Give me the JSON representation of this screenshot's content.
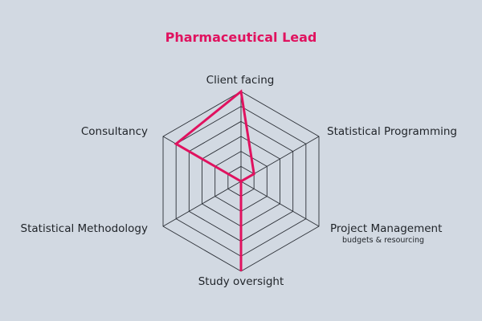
{
  "chart_data": {
    "type": "radar",
    "title": "Pharmaceutical Lead",
    "axes": [
      {
        "label": "Client facing",
        "sublabel": ""
      },
      {
        "label": "Statistical Programming",
        "sublabel": ""
      },
      {
        "label": "Project Management",
        "sublabel": "budgets & resourcing"
      },
      {
        "label": "Study oversight",
        "sublabel": ""
      },
      {
        "label": "Statistical Methodology",
        "sublabel": ""
      },
      {
        "label": "Consultancy",
        "sublabel": ""
      }
    ],
    "levels": 6,
    "range": [
      0,
      6
    ],
    "series": [
      {
        "values": [
          6,
          1,
          0,
          6,
          0,
          5
        ]
      }
    ],
    "grid": true
  },
  "colors": {
    "background": "#d2d9e2",
    "grid": "#2b2f36",
    "series": "#e0125f",
    "title": "#e0125f",
    "text": "#1f2328"
  }
}
